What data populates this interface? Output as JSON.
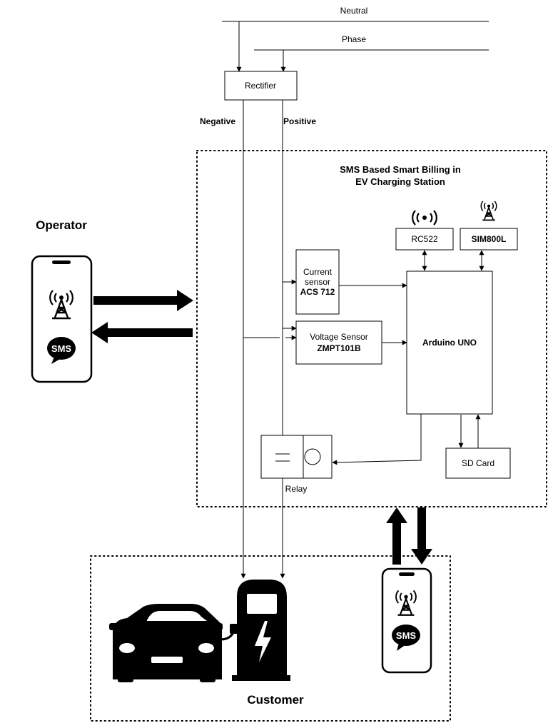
{
  "power": {
    "neutral": "Neutral",
    "phase": "Phase",
    "rectifier": "Rectifier",
    "negative": "Negative",
    "positive": "Positive"
  },
  "station": {
    "title_line1": "SMS Based Smart Billing in",
    "title_line2": "EV Charging Station",
    "rc522": "RC522",
    "sim800l": "SIM800L",
    "current_sensor_line1": "Current",
    "current_sensor_line2": "sensor",
    "current_sensor_line3": "ACS 712",
    "voltage_sensor_line1": "Voltage Sensor",
    "voltage_sensor_line2": "ZMPT101B",
    "arduino": "Arduino UNO",
    "sd_card": "SD Card",
    "relay": "Relay"
  },
  "operator": {
    "label": "Operator",
    "sms_badge": "SMS"
  },
  "customer": {
    "label": "Customer",
    "sms_badge": "SMS"
  },
  "icons": [
    "antenna-tower-icon",
    "rfid-signal-icon",
    "sms-bubble-icon",
    "car-icon",
    "charging-station-icon",
    "smartphone-icon"
  ]
}
